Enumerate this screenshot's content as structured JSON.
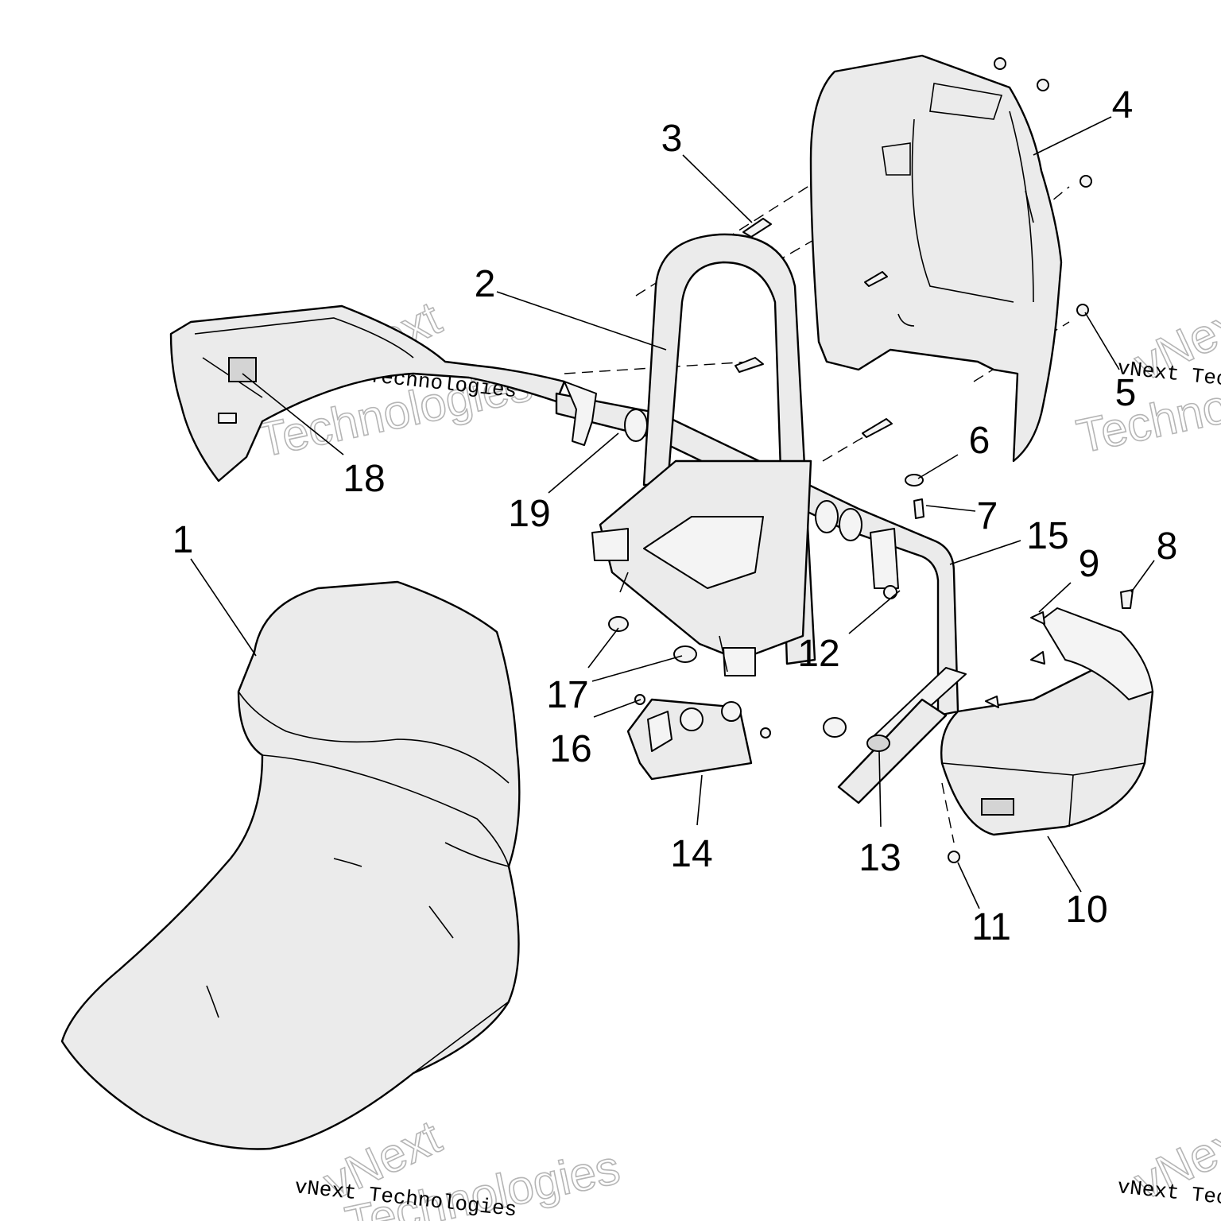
{
  "callouts": [
    "1",
    "2",
    "3",
    "4",
    "5",
    "6",
    "7",
    "8",
    "9",
    "10",
    "11",
    "12",
    "13",
    "14",
    "15",
    "16",
    "17",
    "18",
    "19"
  ],
  "watermark": {
    "brand_line": "vNext Technologies",
    "big_word_1": "vNext",
    "big_word_2": "Technologies"
  }
}
